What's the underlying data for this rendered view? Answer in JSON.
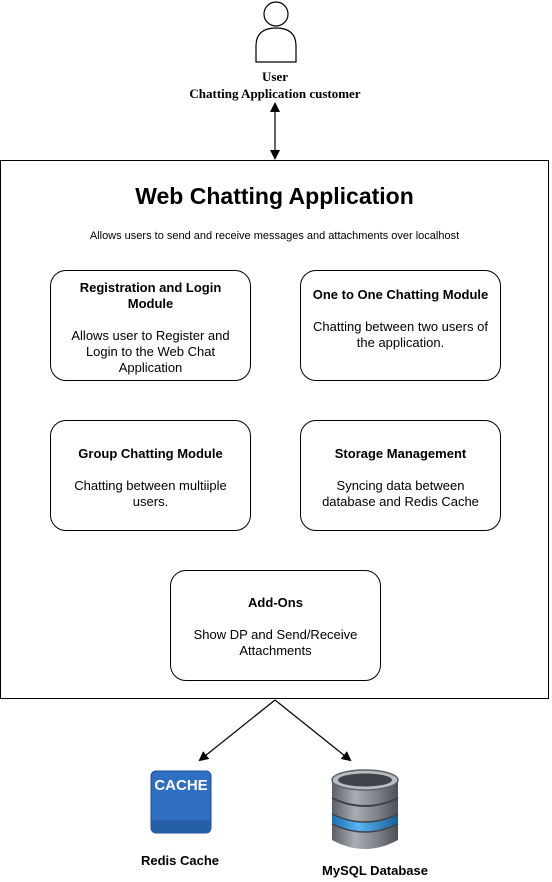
{
  "actor": {
    "name": "User",
    "role": "Chatting Application customer"
  },
  "application": {
    "title": "Web Chatting Application",
    "description": "Allows users to send and receive messages and attachments over localhost"
  },
  "modules": {
    "registration": {
      "title": "Registration and Login Module",
      "description": "Allows user to Register and Login to the Web Chat Application"
    },
    "one_to_one": {
      "title": "One to One Chatting Module",
      "description": "Chatting between two users of the application."
    },
    "group": {
      "title": "Group Chatting Module",
      "description": "Chatting between multiiple users."
    },
    "storage": {
      "title": "Storage Management",
      "description": "Syncing data between database and Redis Cache"
    },
    "addons": {
      "title": "Add-Ons",
      "description": "Show DP and Send/Receive Attachments"
    }
  },
  "stores": {
    "redis": {
      "label": "Redis Cache",
      "icon_text": "CACHE",
      "icon": "cache-icon"
    },
    "mysql": {
      "label": "MySQL Database",
      "icon": "database-icon"
    }
  },
  "colors": {
    "cache_blue": "#2e6fc1",
    "db_gray": "#8a8f94",
    "db_blue": "#2f8fd6"
  }
}
